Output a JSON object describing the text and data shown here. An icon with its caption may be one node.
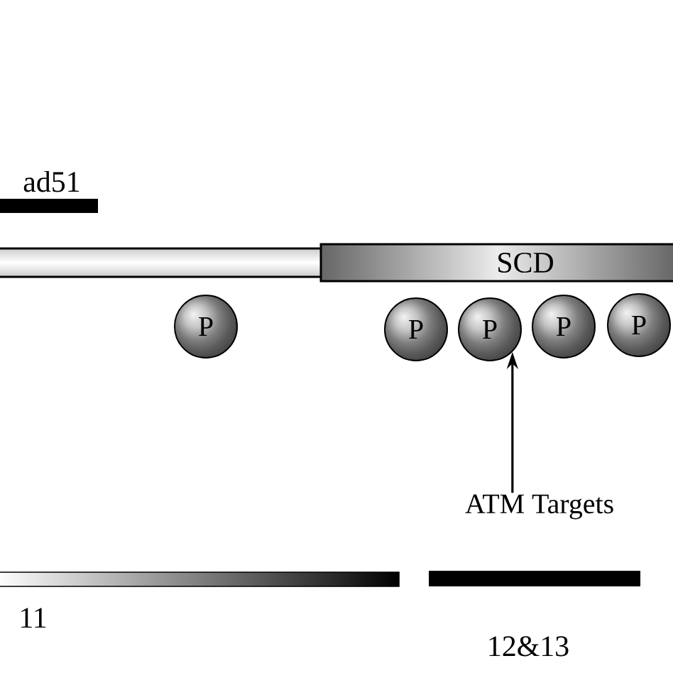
{
  "diagram": {
    "nodes": [
      {
        "text": [],
        "shape": "bar"
      },
      {
        "text": [
          "SCD"
        ]
      },
      {
        "text": [
          "P"
        ]
      },
      {
        "text": [
          "P"
        ]
      },
      {
        "text": [
          "P"
        ]
      },
      {
        "text": [
          "P"
        ]
      },
      {
        "text": [
          "P"
        ]
      },
      {
        "text": [
          "ATM Targets"
        ]
      }
    ],
    "edges": [
      {
        "from": 7,
        "to": 4,
        "arrow": "to"
      }
    ],
    "labels": [
      "ad51",
      "11",
      "12&13"
    ]
  }
}
